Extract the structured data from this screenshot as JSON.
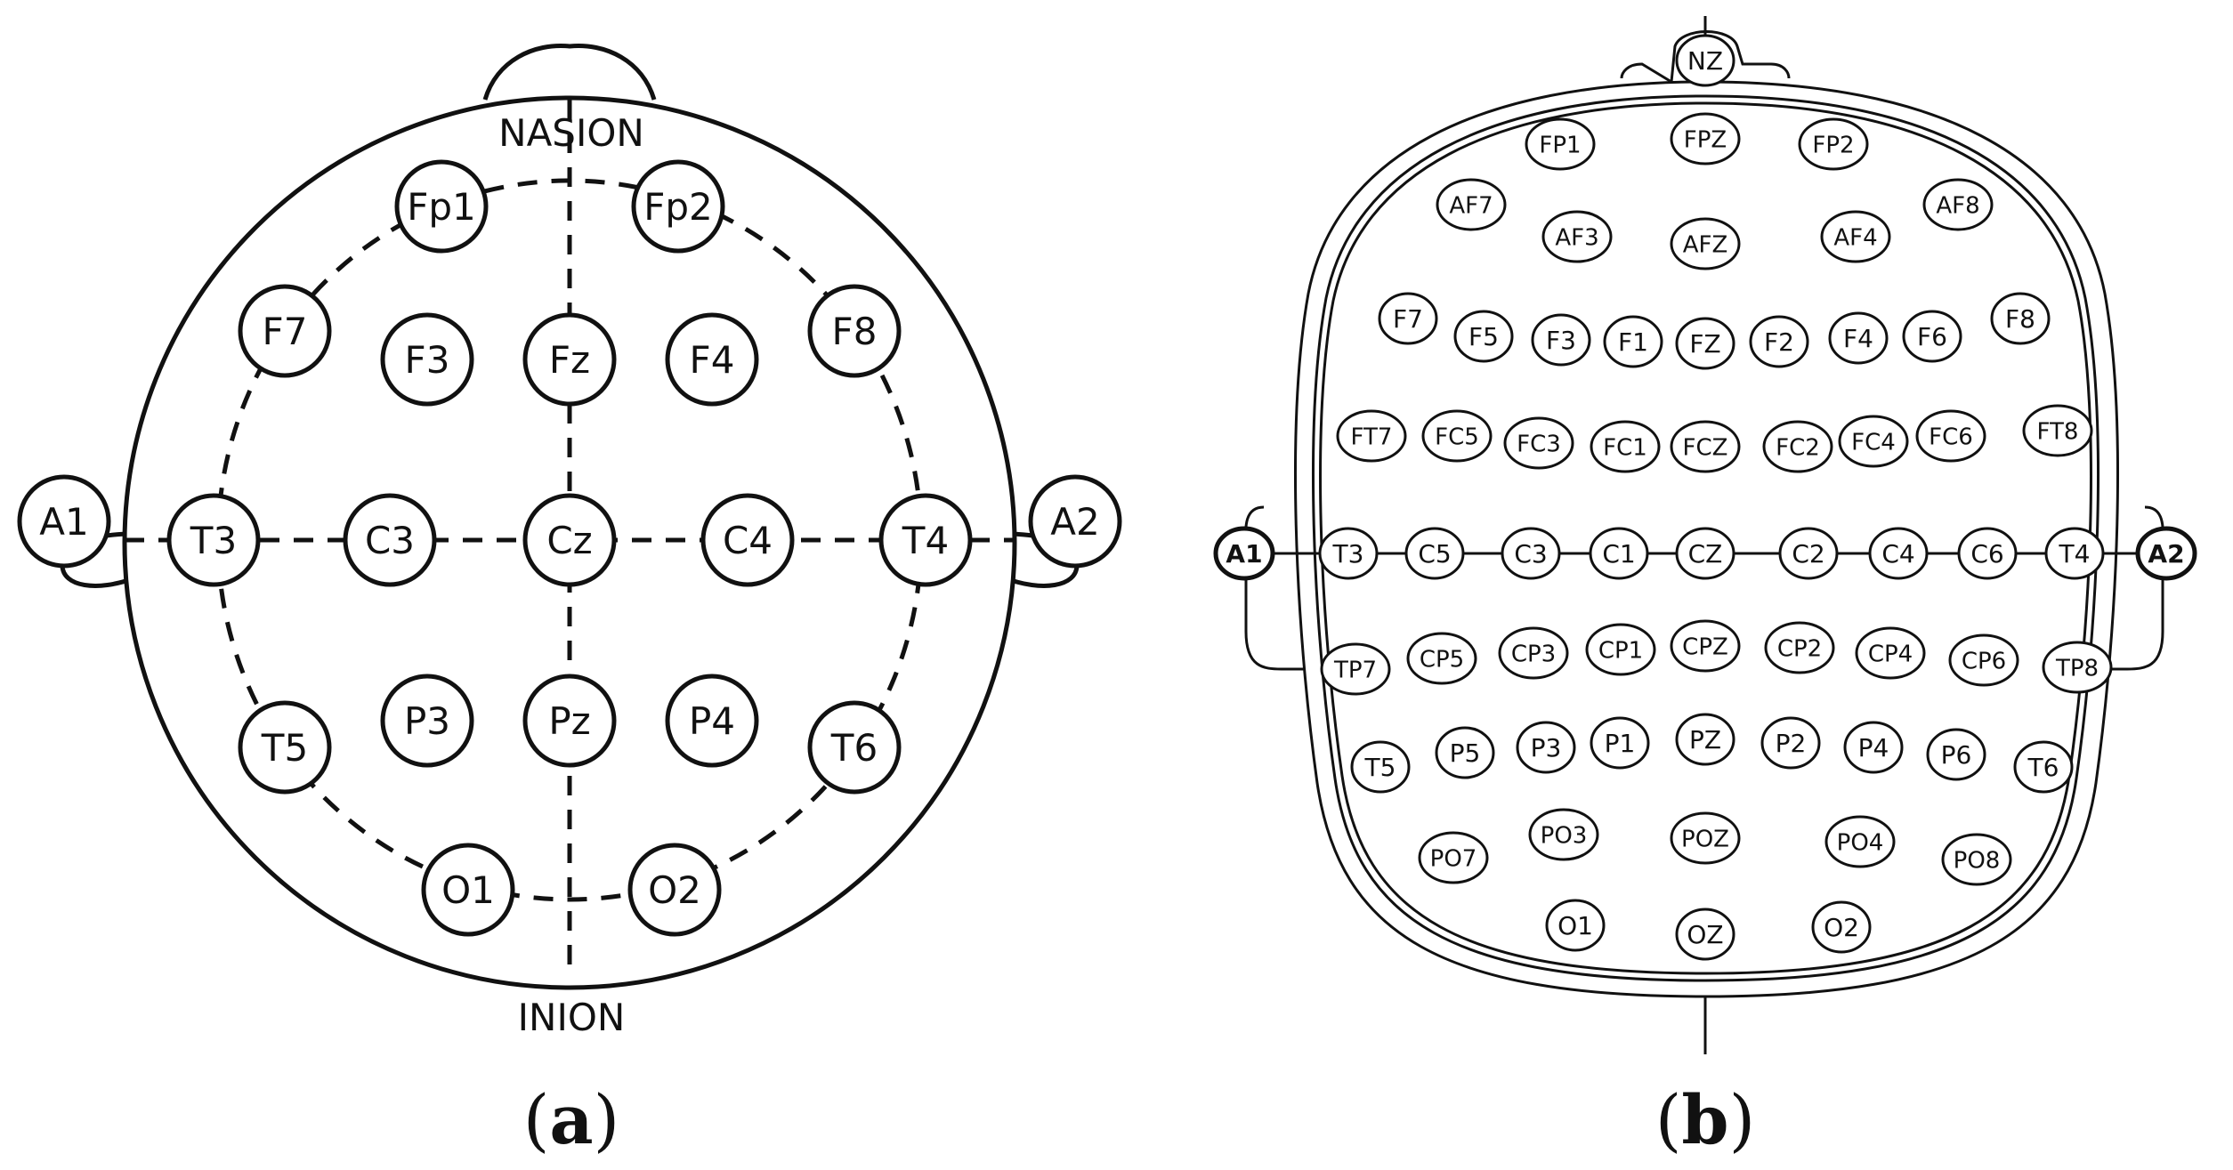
{
  "panel_a": {
    "label_top": "NASION",
    "label_bottom": "INION",
    "caption_letter": "a",
    "electrodes": [
      "Fp1",
      "Fp2",
      "F7",
      "F3",
      "Fz",
      "F4",
      "F8",
      "A1",
      "T3",
      "C3",
      "Cz",
      "C4",
      "T4",
      "A2",
      "T5",
      "P3",
      "Pz",
      "P4",
      "T6",
      "O1",
      "O2"
    ]
  },
  "panel_b": {
    "caption_letter": "b",
    "electrodes": [
      "NZ",
      "FP1",
      "FPZ",
      "FP2",
      "AF7",
      "AF3",
      "AFZ",
      "AF4",
      "AF8",
      "F7",
      "F5",
      "F3",
      "F1",
      "FZ",
      "F2",
      "F4",
      "F6",
      "F8",
      "FT7",
      "FC5",
      "FC3",
      "FC1",
      "FCZ",
      "FC2",
      "FC4",
      "FC6",
      "FT8",
      "A1",
      "T3",
      "C5",
      "C3",
      "C1",
      "CZ",
      "C2",
      "C4",
      "C6",
      "T4",
      "A2",
      "TP7",
      "CP5",
      "CP3",
      "CP1",
      "CPZ",
      "CP2",
      "CP4",
      "CP6",
      "TP8",
      "T5",
      "P5",
      "P3",
      "P1",
      "PZ",
      "P2",
      "P4",
      "P6",
      "T6",
      "PO7",
      "PO3",
      "POZ",
      "PO4",
      "PO8",
      "O1",
      "OZ",
      "O2"
    ]
  },
  "caption": {
    "open": "(",
    "close": ")"
  }
}
